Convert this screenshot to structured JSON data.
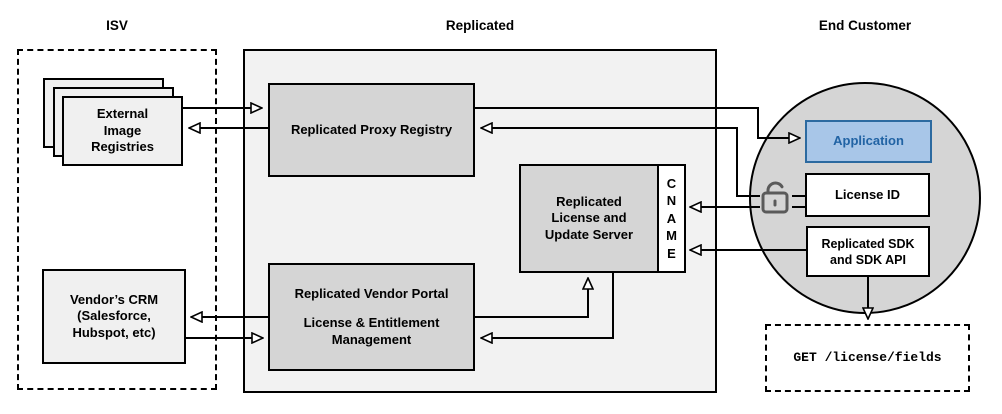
{
  "sections": {
    "isv": {
      "label": "ISV"
    },
    "replicated": {
      "label": "Replicated"
    },
    "end_customer": {
      "label": "End Customer"
    }
  },
  "nodes": {
    "external_registries": {
      "label": "External\nImage\nRegistries"
    },
    "vendor_crm": {
      "label": "Vendor’s CRM\n(Salesforce,\nHubspot, etc)"
    },
    "proxy_registry": {
      "label": "Replicated Proxy Registry"
    },
    "license_server": {
      "label": "Replicated\nLicense and\nUpdate Server"
    },
    "cname": {
      "label": "C\nN\nA\nM\nE"
    },
    "vendor_portal": {
      "title": "Replicated Vendor Portal",
      "subtitle": "License & Entitlement\nManagement"
    },
    "application": {
      "label": "Application"
    },
    "license_id": {
      "label": "License ID"
    },
    "sdk": {
      "label": "Replicated SDK\nand SDK API"
    },
    "get_endpoint": {
      "label": "GET /license/fields"
    }
  },
  "icons": {
    "license_lock": "unlock-icon"
  },
  "connections": [
    {
      "from": "external_registries",
      "to": "proxy_registry"
    },
    {
      "from": "proxy_registry",
      "to": "external_registries"
    },
    {
      "from": "proxy_registry",
      "to": "application"
    },
    {
      "from": "license_id",
      "to": "proxy_registry"
    },
    {
      "from": "license_id",
      "to": "cname"
    },
    {
      "from": "sdk",
      "to": "cname"
    },
    {
      "from": "vendor_portal",
      "to": "vendor_crm"
    },
    {
      "from": "vendor_crm",
      "to": "vendor_portal"
    },
    {
      "from": "vendor_portal",
      "to": "license_server"
    },
    {
      "from": "license_server",
      "to": "vendor_portal"
    },
    {
      "from": "sdk",
      "to": "get_endpoint"
    }
  ],
  "colors": {
    "replicated_container_fill": "#f2f2f2",
    "gray_node_fill": "#d5d5d5",
    "light_node_fill": "#f0f0f0",
    "circle_fill": "#d5d5d5",
    "application_fill": "#a8c6e8",
    "application_border": "#2c6aa0",
    "application_text": "#2163a4",
    "line_color": "#000000",
    "lock_color": "#5a5a5a"
  }
}
